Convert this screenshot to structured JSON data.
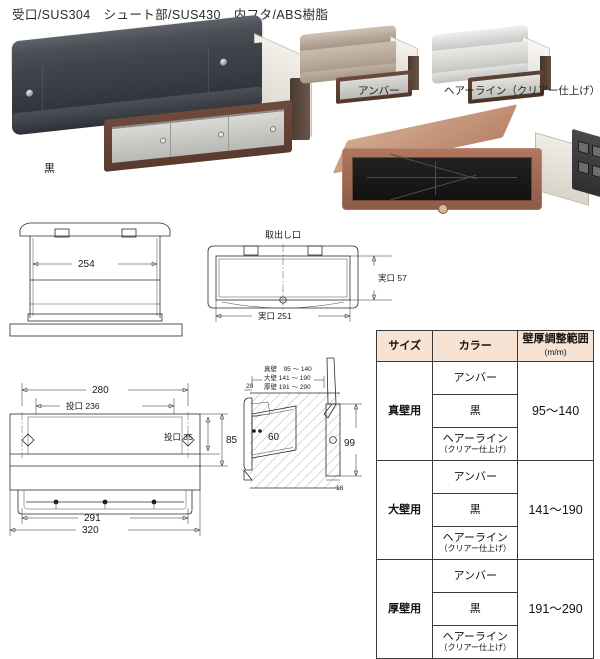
{
  "header": {
    "materials": "受口/SUS304　シュート部/SUS430　内フタ/ABS樹脂"
  },
  "photos": {
    "main": {
      "caption": "黒",
      "color_hex": "#3d4248"
    },
    "amber": {
      "caption": "アンバー",
      "color_hex": "#b5a798"
    },
    "hairline": {
      "caption": "ヘアーライン（クリアー仕上げ）",
      "color_hex": "#d2d2cf"
    },
    "interior": {
      "caption": "",
      "color_hex": "#8d5b47"
    }
  },
  "drawings": {
    "top_view": {
      "dim_width": "254"
    },
    "front_view": {
      "title": "取出し口",
      "dim_opening_w": "実口 251",
      "dim_opening_h": "実口 57"
    },
    "bottom_view": {
      "dim_280": "280",
      "dim_inlet_w": "投口 236",
      "dim_85": "85",
      "dim_inlet_h": "投口 35",
      "dim_291": "291",
      "dim_320": "320"
    },
    "section_view": {
      "wall_note_1": "真壁　95 ～ 140",
      "wall_note_2": "大壁 141 ～ 190",
      "wall_note_3": "厚壁 191 ～ 290",
      "dim_20": "20",
      "dim_60": "60",
      "dim_99": "99",
      "dim_18": "18"
    }
  },
  "spec_table": {
    "headers": {
      "size": "サイズ",
      "color": "カラー",
      "range": "壁厚調整範囲",
      "range_unit": "(m/m)"
    },
    "color_options": {
      "amber": "アンバー",
      "black": "黒",
      "hairline_main": "ヘアーライン",
      "hairline_sub": "（クリアー仕上げ）"
    },
    "rows": [
      {
        "size": "真壁用",
        "range": "95～140"
      },
      {
        "size": "大壁用",
        "range": "141～190"
      },
      {
        "size": "厚壁用",
        "range": "191～290"
      }
    ],
    "header_bg": "#f6e3d4"
  }
}
